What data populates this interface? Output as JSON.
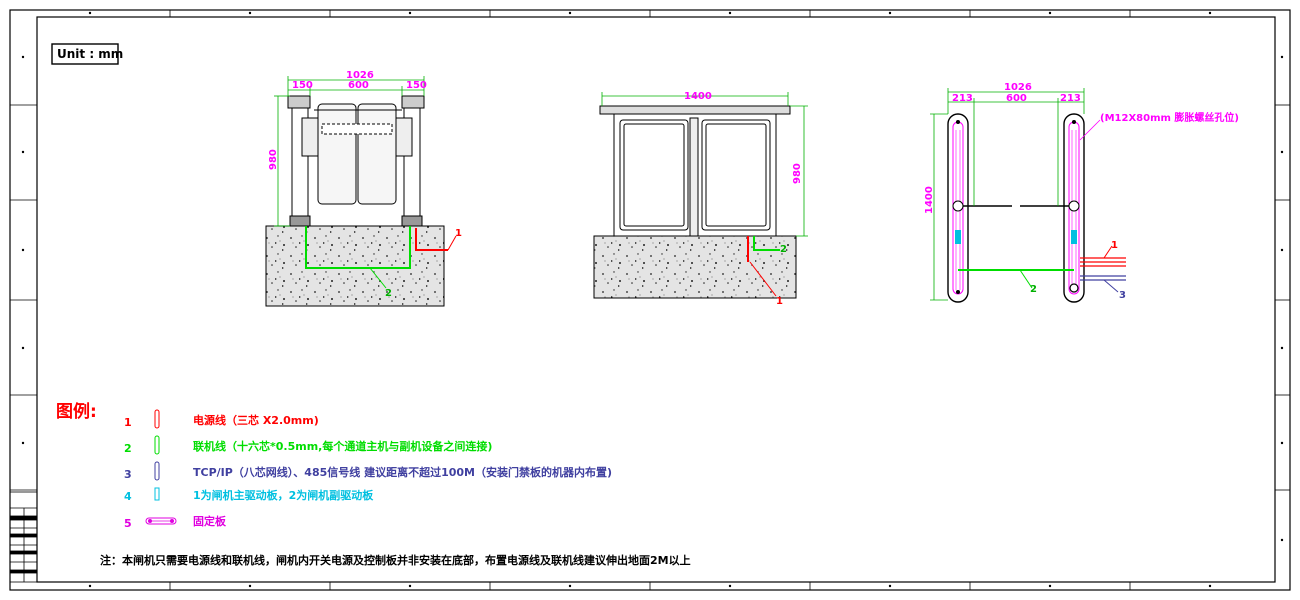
{
  "unit_label": "Unit : mm",
  "colors": {
    "frame": "#000000",
    "dimension": "#ff00ff",
    "dimension_line": "#00b000",
    "power": "#ff0000",
    "link": "#00dd00",
    "network": "#4040a0",
    "driver": "#00c0e0",
    "fixing": "#e000e0",
    "concrete": "#e4e4e4"
  },
  "front_view": {
    "dim_total": "1026",
    "dim_left": "150",
    "dim_center": "600",
    "dim_right": "150",
    "dim_height": "980",
    "label_power": "1",
    "label_link": "2"
  },
  "side_view": {
    "dim_length": "1400",
    "dim_height": "980",
    "label_power": "1",
    "label_link": "2"
  },
  "top_view": {
    "dim_total": "1026",
    "dim_left": "213",
    "dim_center": "600",
    "dim_right": "213",
    "dim_length": "1400",
    "anchor_note": "(M12X80mm 膨胀螺丝孔位)",
    "label_power": "1",
    "label_link": "2",
    "label_network": "3"
  },
  "legend": {
    "title": "图例:",
    "items": [
      {
        "num": "1",
        "text": "电源线（三芯 X2.0mm)"
      },
      {
        "num": "2",
        "text": "联机线（十六芯*0.5mm,每个通道主机与副机设备之间连接)"
      },
      {
        "num": "3",
        "text": "TCP/IP（八芯网线）、485信号线 建议距离不超过100M（安装门禁板的机器内布置)"
      },
      {
        "num": "4",
        "text": "1为闸机主驱动板，2为闸机副驱动板"
      },
      {
        "num": "5",
        "text": "固定板"
      }
    ]
  },
  "note": "注：本闸机只需要电源线和联机线，闸机内开关电源及控制板并非安装在底部，布置电源线及联机线建议伸出地面2M以上"
}
